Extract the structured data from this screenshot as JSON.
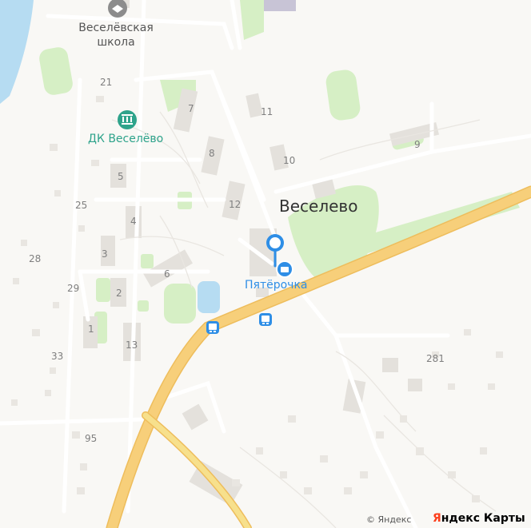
{
  "map": {
    "place_label": "Веселево",
    "pois": {
      "school": "Веселёвская\nшкола",
      "culture_house": "ДК Веселёво",
      "store": "Пятёрочка"
    },
    "house_numbers": {
      "h21": "21",
      "h7": "7",
      "h11": "11",
      "h9": "9",
      "h10": "10",
      "h8": "8",
      "h5": "5",
      "h25": "25",
      "h12": "12",
      "h4": "4",
      "h28": "28",
      "h3": "3",
      "h6": "6",
      "h29": "29",
      "h2": "2",
      "h1": "1",
      "h13": "13",
      "h33": "33",
      "h281": "281",
      "h95": "95"
    },
    "attribution": {
      "copyright": "© Яндекс",
      "brand": "Яндекс Карты"
    },
    "colors": {
      "background": "#f9f8f5",
      "road_major": "#f7cf7a",
      "road_minor": "#ffffff",
      "green": "#d6efc5",
      "water": "#b6dcf2",
      "building": "#e4e1dc",
      "poi_blue": "#2e8ee6",
      "poi_green": "#2ea38b"
    },
    "icons": [
      "school-icon",
      "museum-icon",
      "shopping-bag-icon",
      "location-pin-icon",
      "bus-stop-icon"
    ]
  }
}
